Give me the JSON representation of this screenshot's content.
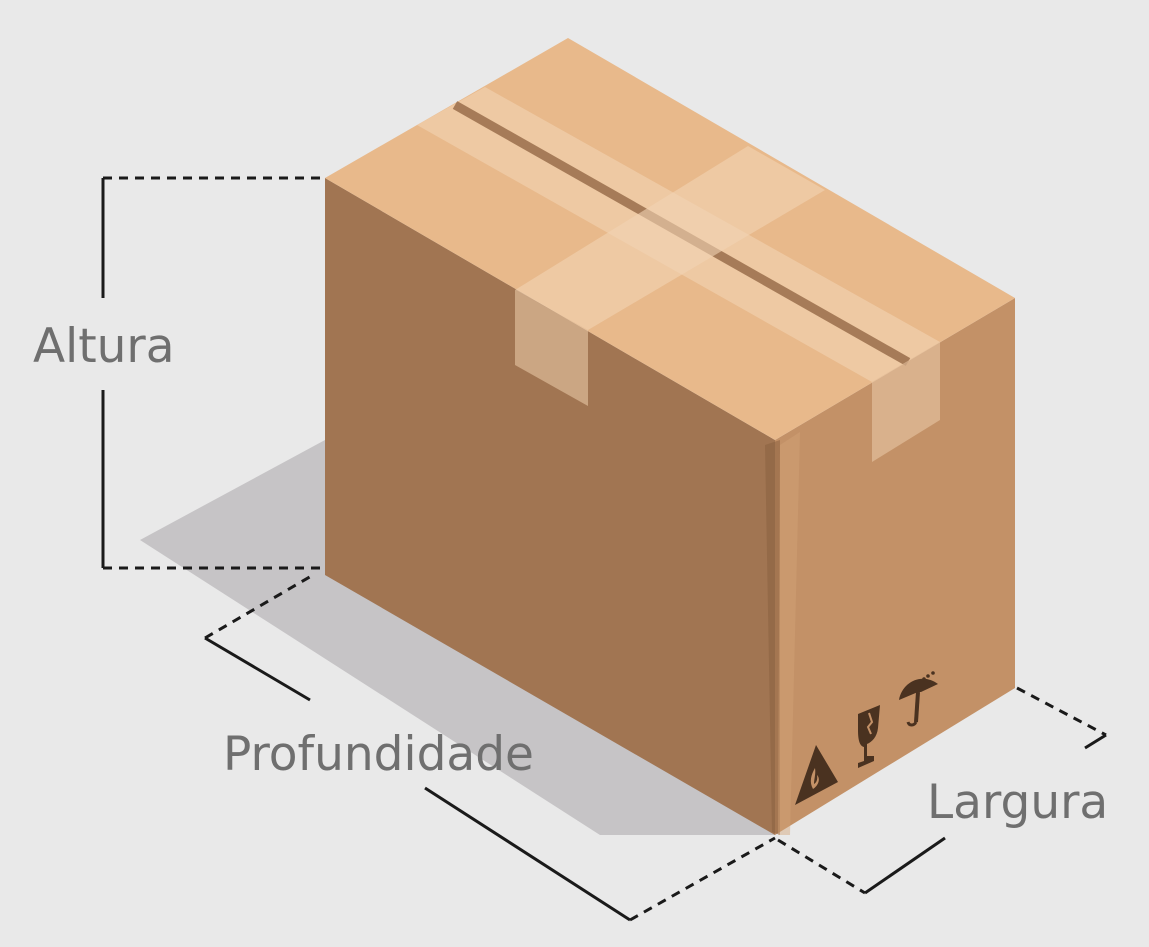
{
  "labels": {
    "height": "Altura",
    "depth": "Profundidade",
    "width": "Largura"
  },
  "colors": {
    "background": "#e9e9e9",
    "box_top": "#e8b98b",
    "box_front": "#a17552",
    "box_side": "#c39167",
    "tape": "#f2d3b4",
    "shadow": "#c6c4c6",
    "label_text": "#6f6f6f",
    "dimension_line": "#1a1a1a",
    "warning_icons": "#4a3220"
  },
  "icons": [
    "flammable-warning-icon",
    "fragile-glass-icon",
    "keep-dry-umbrella-icon"
  ]
}
